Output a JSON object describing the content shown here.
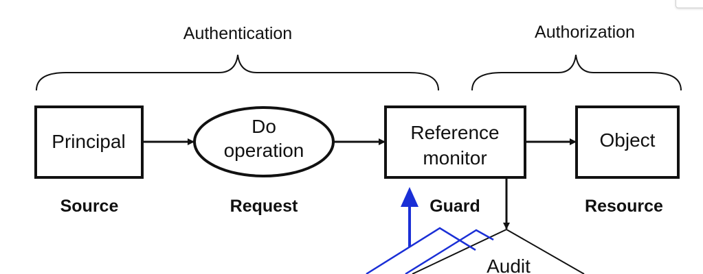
{
  "braces": {
    "authentication": "Authentication",
    "authorization": "Authorization"
  },
  "nodes": {
    "principal": "Principal",
    "do_line1": "Do",
    "do_line2": "operation",
    "ref_line1": "Reference",
    "ref_line2": "monitor",
    "object": "Object"
  },
  "roles": {
    "source": "Source",
    "request": "Request",
    "guard": "Guard",
    "resource": "Resource"
  },
  "audit": {
    "label": "Audit"
  },
  "colors": {
    "ink": "#111111",
    "annotation": "#1a2fd6"
  }
}
